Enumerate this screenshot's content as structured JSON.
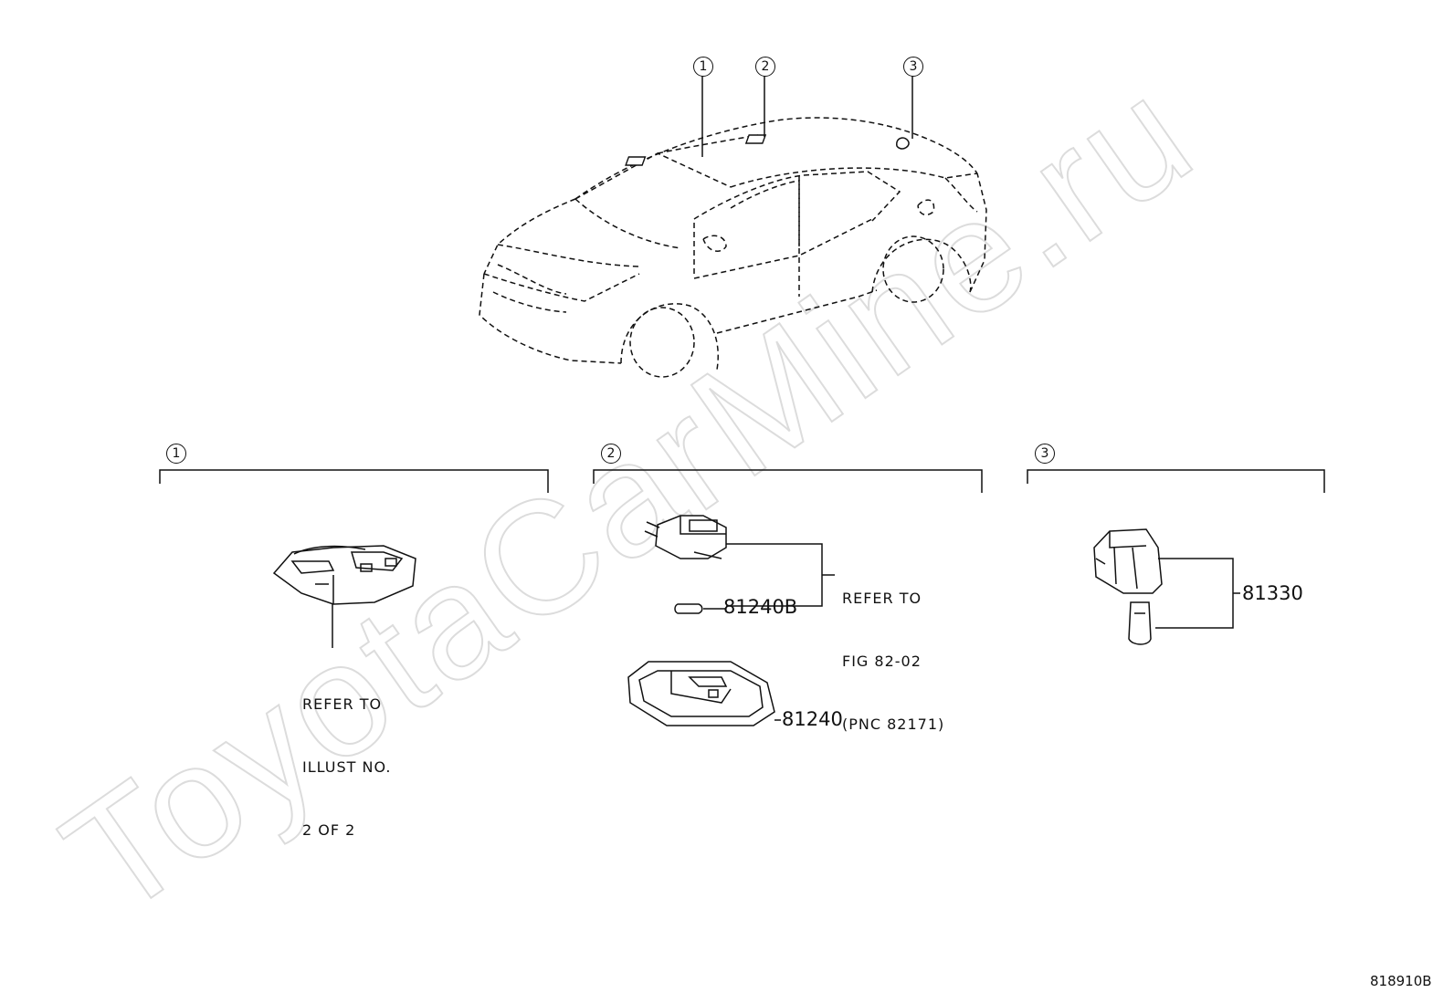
{
  "watermark": "ToyotaCarMine.ru",
  "figure_code": "818910B",
  "callouts": [
    "1",
    "2",
    "3"
  ],
  "group_1": {
    "number": "1",
    "note": [
      "REFER TO",
      "ILLUST NO.",
      "2 OF 2"
    ]
  },
  "group_2": {
    "number": "2",
    "note": [
      "REFER TO",
      "FIG 82-02",
      "(PNC 82171)"
    ],
    "parts": [
      "81240B",
      "81240"
    ]
  },
  "group_3": {
    "number": "3",
    "parts": [
      "81330"
    ]
  }
}
